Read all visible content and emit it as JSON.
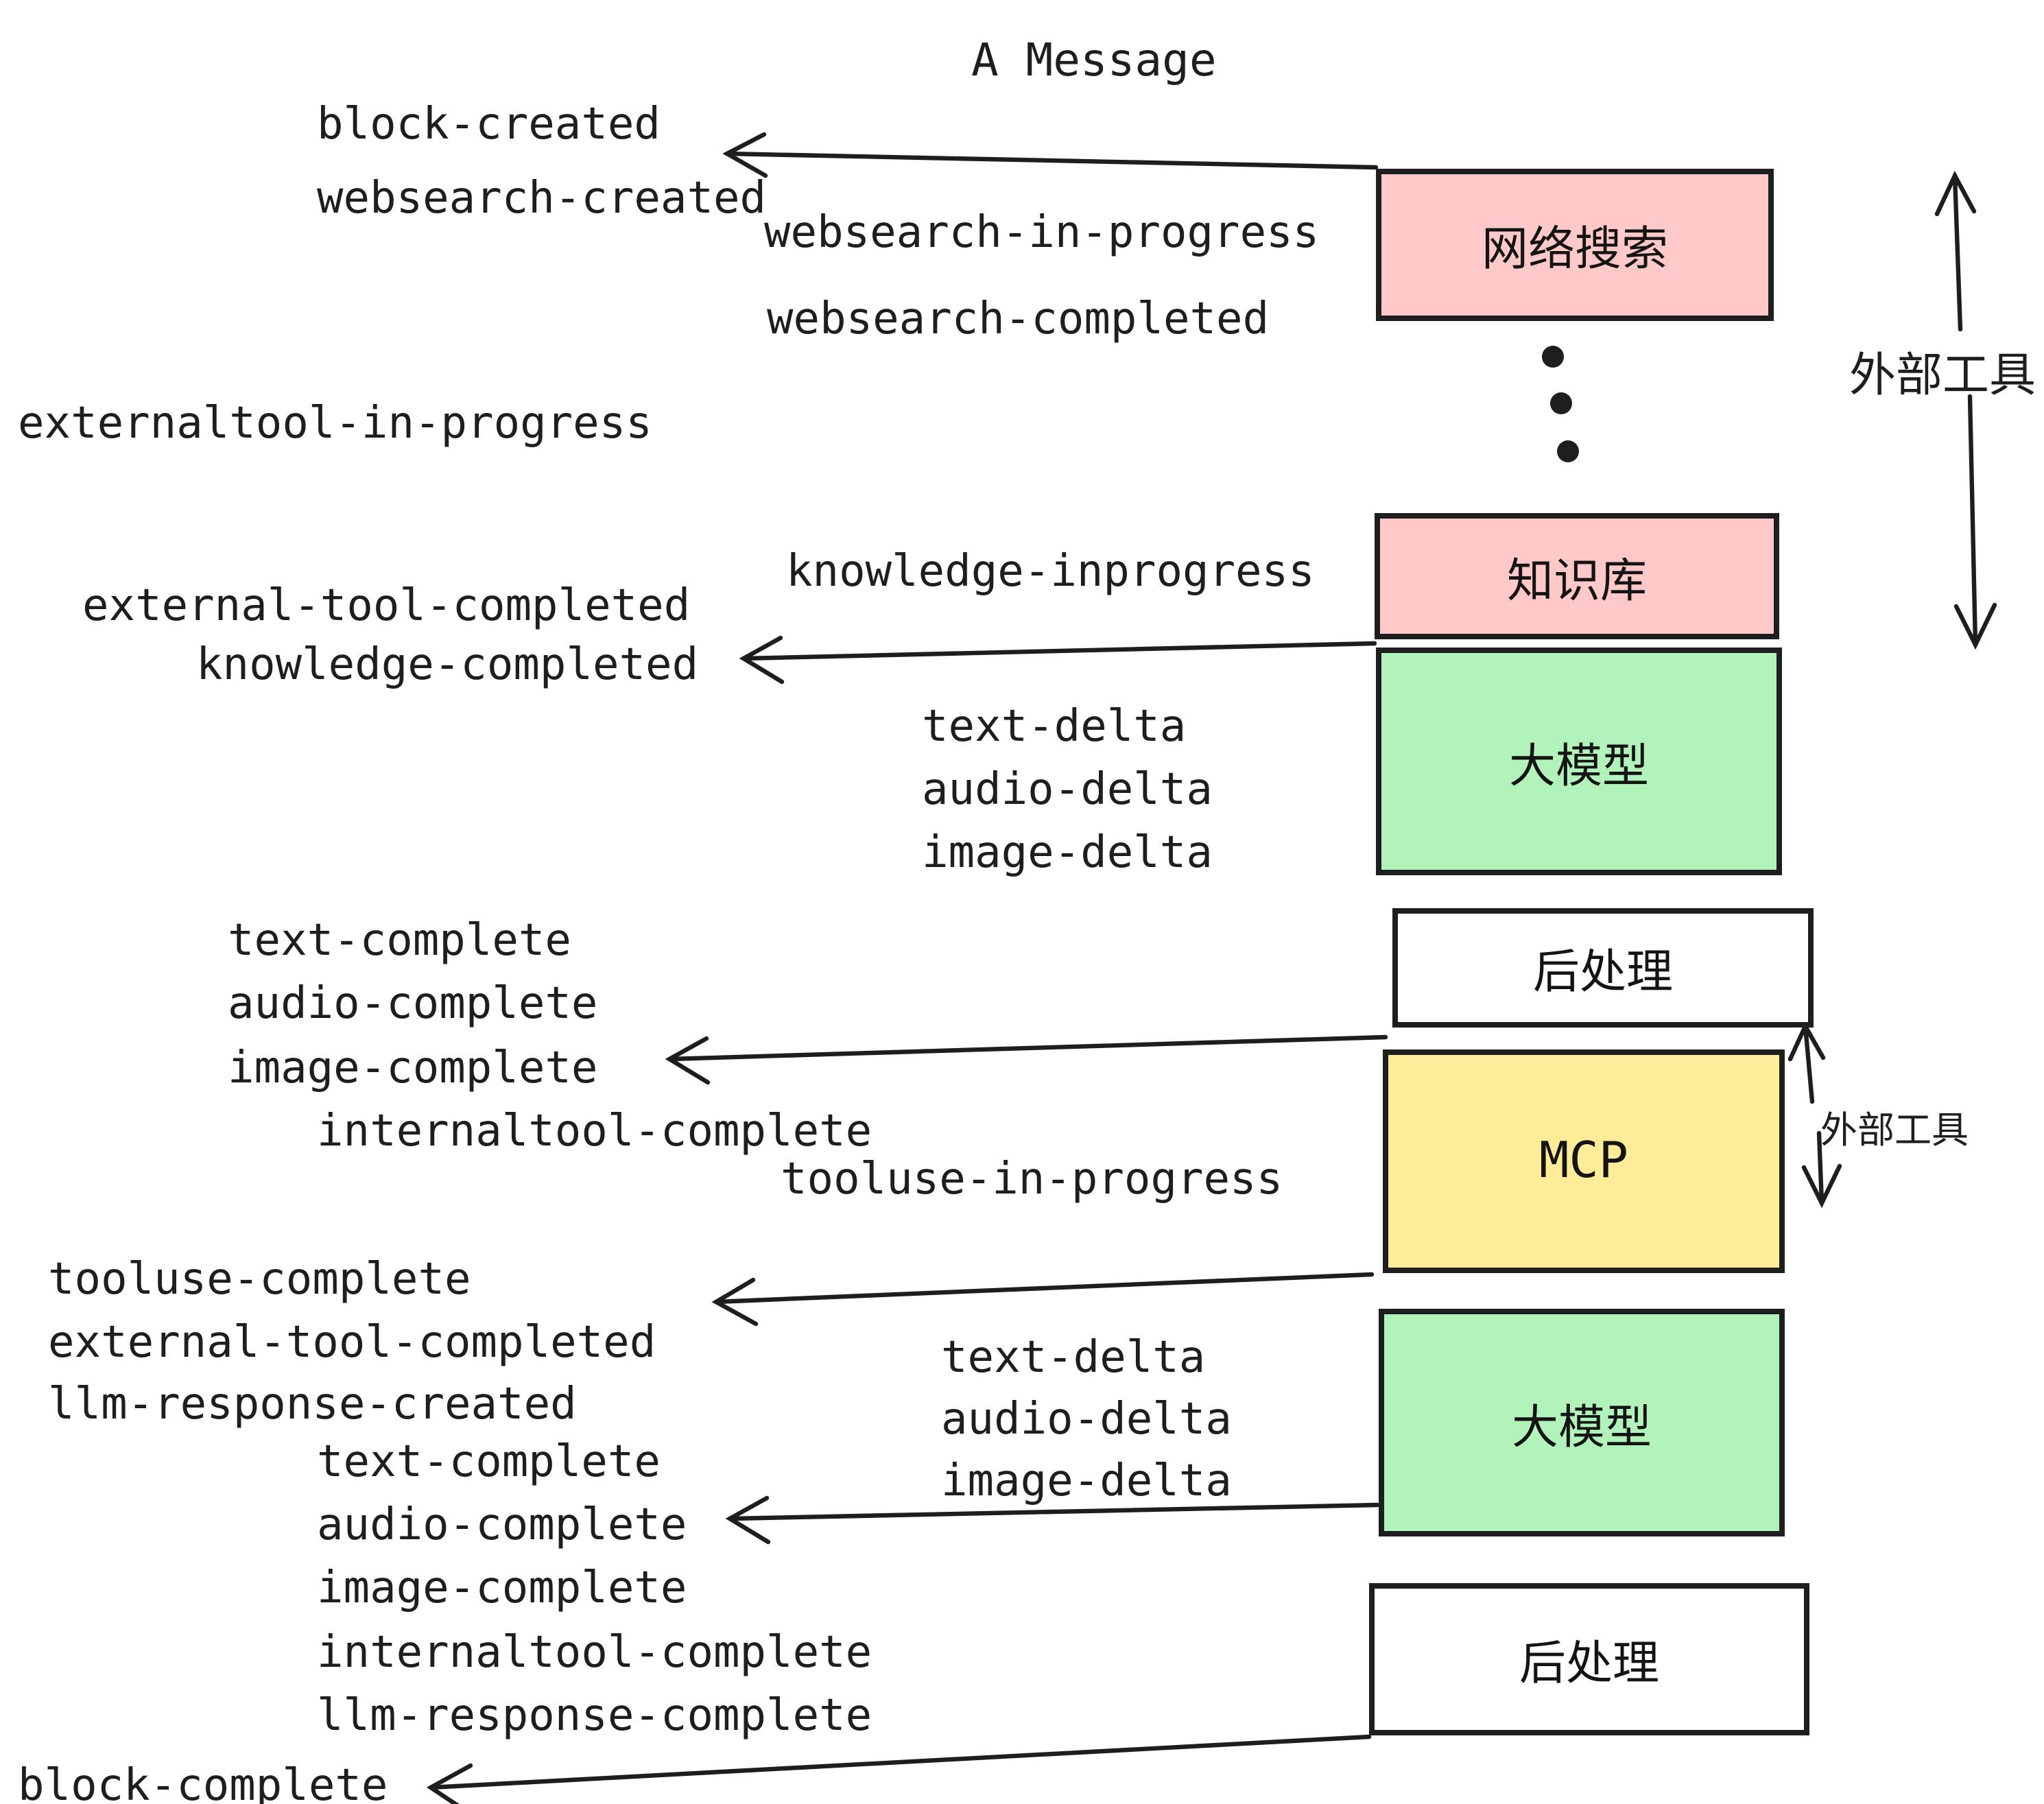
{
  "title": "A Message",
  "labels": {
    "block_created": "block-created",
    "websearch_created": "websearch-created",
    "websearch_in_progress": "websearch-in-progress",
    "websearch_completed": "websearch-completed",
    "externaltool_in_progress": "externaltool-in-progress",
    "knowledge_inprogress": "knowledge-inprogress",
    "external_tool_completed": "external-tool-completed",
    "knowledge_completed": "knowledge-completed",
    "text_delta": "text-delta",
    "audio_delta": "audio-delta",
    "image_delta": "image-delta",
    "text_complete": "text-complete",
    "audio_complete": "audio-complete",
    "image_complete": "image-complete",
    "internaltool_complete": "internaltool-complete",
    "tooluse_in_progress": "tooluse-in-progress",
    "tooluse_complete": "tooluse-complete",
    "external_tool_completed_2": "external-tool-completed",
    "llm_response_created": "llm-response-created",
    "text_complete_2": "text-complete",
    "audio_complete_2": "audio-complete",
    "text_delta_2": "text-delta",
    "audio_delta_2": "audio-delta",
    "image_delta_2": "image-delta",
    "image_complete_2": "image-complete",
    "internaltool_complete_2": "internaltool-complete",
    "llm_response_complete": "llm-response-complete",
    "block_complete": "block-complete"
  },
  "boxes": {
    "websearch": "网络搜索",
    "knowledge": "知识库",
    "llm_1": "大模型",
    "post_1": "后处理",
    "mcp": "MCP",
    "llm_2": "大模型",
    "post_2": "后处理"
  },
  "side_labels": {
    "external_tools_1": "外部工具",
    "external_tools_2": "外部工具"
  },
  "colors": {
    "box_pink": "#ffc9c9",
    "box_green": "#b2f2bb",
    "box_yellow": "#ffec99",
    "box_white": "#ffffff",
    "stroke": "#1e1e1e"
  }
}
